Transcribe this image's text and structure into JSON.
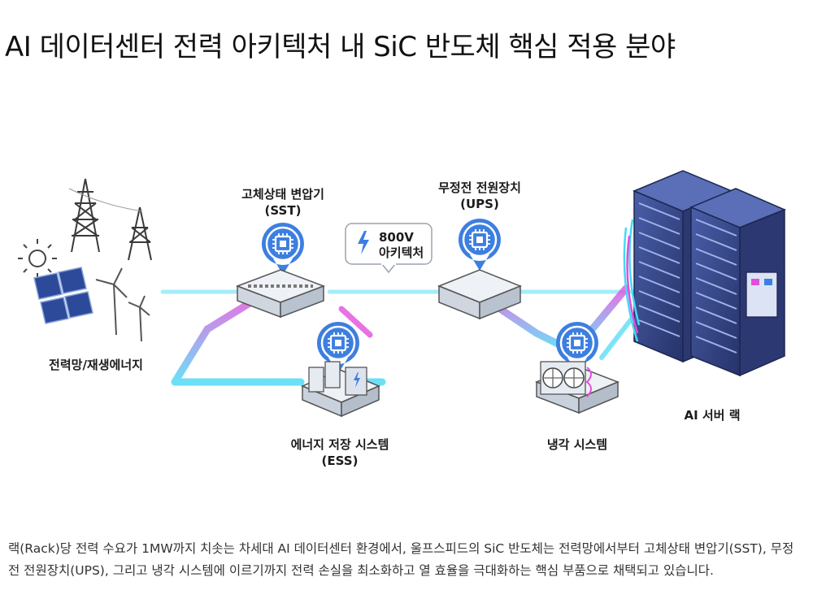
{
  "title": "AI 데이터센터 전력 아키텍처 내 SiC 반도체 핵심 적용 분야",
  "badge": {
    "line1": "800V",
    "line2": "아키텍처",
    "icon": "lightning-icon"
  },
  "nodes": {
    "grid": {
      "label": "전력망/재생에너지"
    },
    "sst": {
      "line1": "고체상태 변압기",
      "line2": "(SST)"
    },
    "ups": {
      "line1": "무정전 전원장치",
      "line2": "(UPS)"
    },
    "ess": {
      "line1": "에너지 저장 시스템",
      "line2": "(ESS)"
    },
    "cooling": {
      "label": "냉각 시스템"
    },
    "rack": {
      "label": "AI 서버 랙"
    }
  },
  "caption": "랙(Rack)당 전력 수요가 1MW까지 치솟는 차세대 AI 데이터센터 환경에서, 울프스피드의 SiC 반도체는 전력망에서부터 고체상태 변압기(SST), 무정전 전원장치(UPS), 그리고 냉각 시스템에 이르기까지 전력 손실을 최소화하고 열 효율을 극대화하는 핵심 부품으로 채택되고 있습니다.",
  "colors": {
    "flow_cyan": "#39d7f0",
    "flow_magenta": "#e84bd8",
    "pin_blue": "#3d7fe0",
    "device_gray": "#e3e8ef",
    "rack_navy": "#2f3f78"
  }
}
